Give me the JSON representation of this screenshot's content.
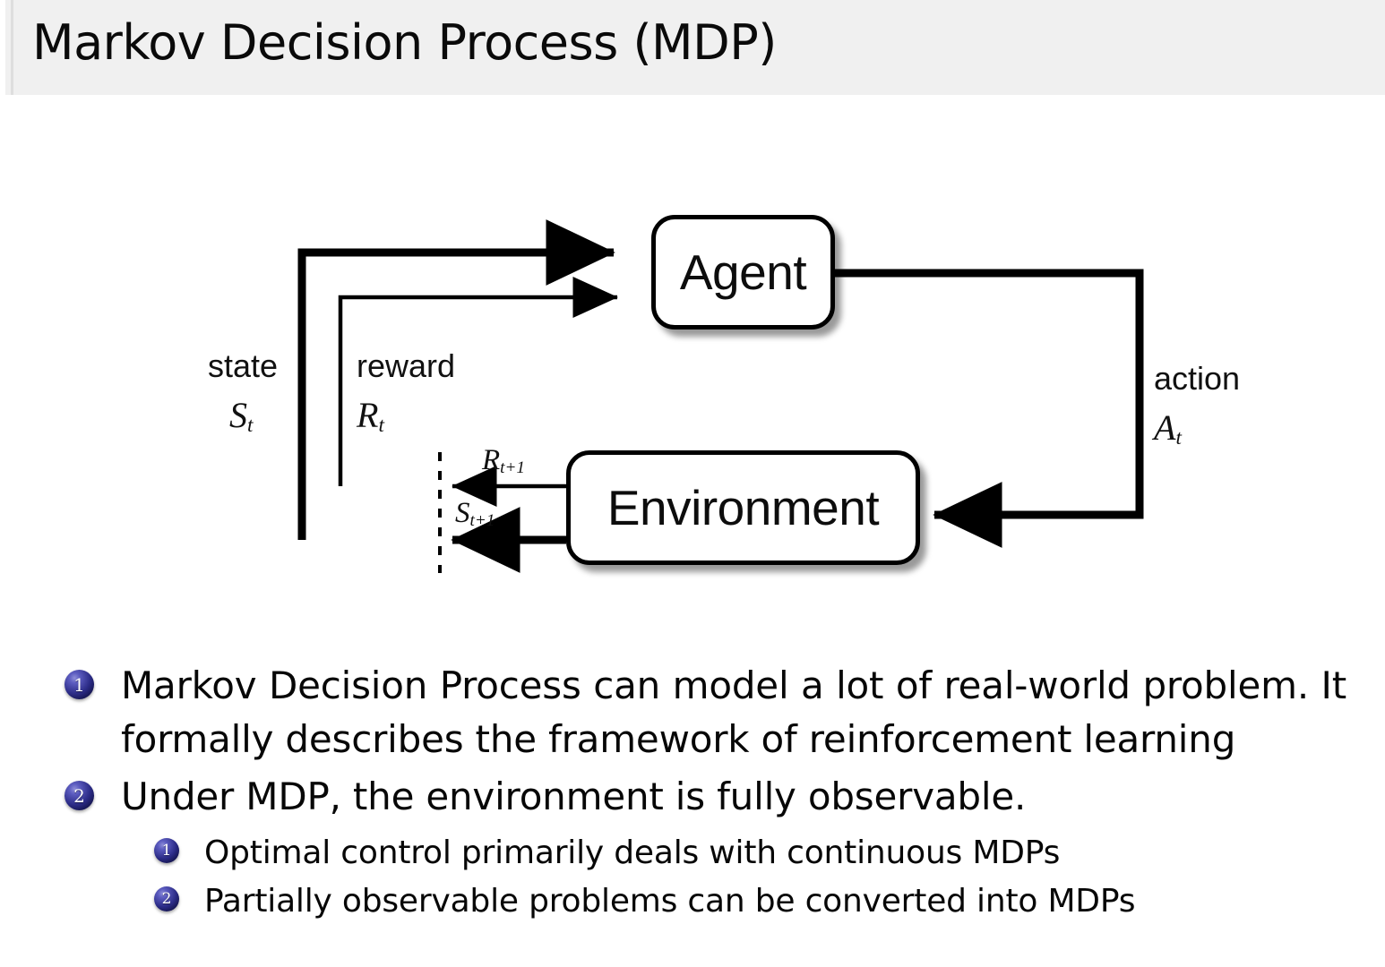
{
  "slide": {
    "title": "Markov Decision Process (MDP)"
  },
  "diagram": {
    "nodes": {
      "agent": "Agent",
      "environment": "Environment"
    },
    "labels": {
      "state_word": "state",
      "state_sym": "S",
      "state_sub": "t",
      "reward_word": "reward",
      "reward_sym": "R",
      "reward_sub": "t",
      "action_word": "action",
      "action_sym": "A",
      "action_sub": "t",
      "reward_next_sym": "R",
      "reward_next_sub": "t+1",
      "state_next_sym": "S",
      "state_next_sub": "t+1"
    }
  },
  "bullets": [
    {
      "number": "1",
      "text": "Markov Decision Process can model a lot of real-world problem. It formally describes the framework of reinforcement learning",
      "children": []
    },
    {
      "number": "2",
      "text": "Under MDP, the environment is fully observable.",
      "children": [
        {
          "number": "1",
          "text": "Optimal control primarily deals with continuous MDPs"
        },
        {
          "number": "2",
          "text": "Partially observable problems can be converted into MDPs"
        }
      ]
    }
  ],
  "colors": {
    "title_bar_bg": "#f0f0f0",
    "bullet_badge": "#2b2b86",
    "text": "#070707",
    "diagram_stroke": "#000000"
  }
}
